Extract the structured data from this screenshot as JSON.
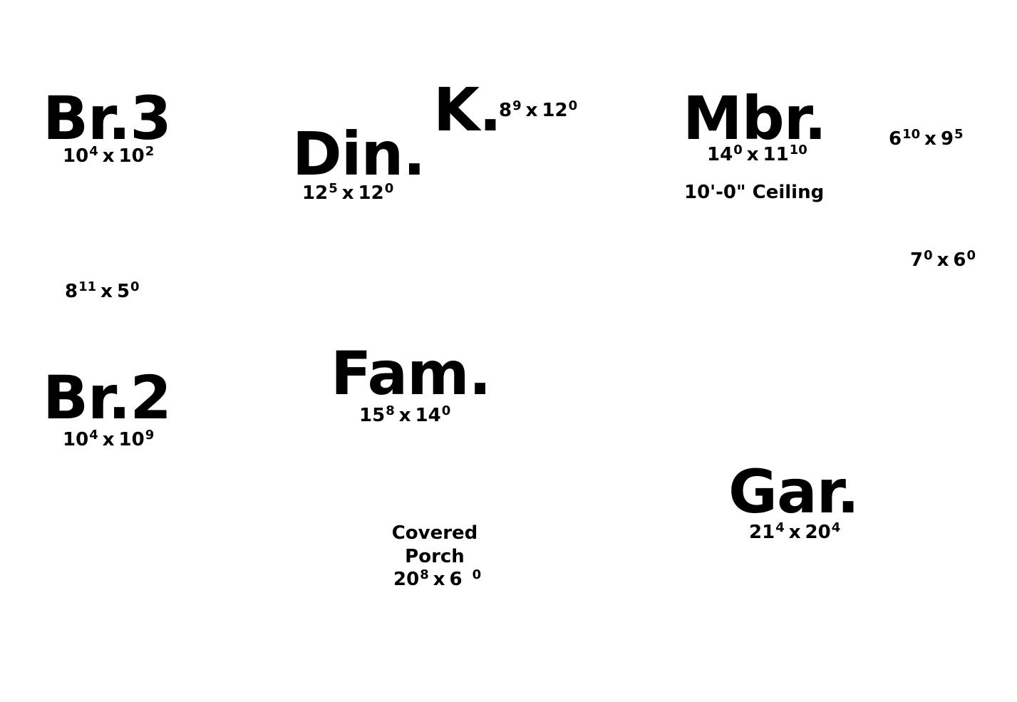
{
  "rooms": {
    "br3": {
      "name": "Br.3",
      "w_ft": "10",
      "w_in": "4",
      "x": "x",
      "l_ft": "10",
      "l_in": "2"
    },
    "din": {
      "name": "Din.",
      "w_ft": "12",
      "w_in": "5",
      "x": "x",
      "l_ft": "12",
      "l_in": "0"
    },
    "k": {
      "name": "K.",
      "w_ft": "8",
      "w_in": "9",
      "x": "x",
      "l_ft": "12",
      "l_in": "0"
    },
    "mbr": {
      "name": "Mbr.",
      "w_ft": "14",
      "w_in": "0",
      "x": "x",
      "l_ft": "11",
      "l_in": "10",
      "note": "10'-0\" Ceiling"
    },
    "bath": {
      "w_ft": "6",
      "w_in": "10",
      "x": "x",
      "l_ft": "9",
      "l_in": "5"
    },
    "closet": {
      "w_ft": "7",
      "w_in": "0",
      "x": "x",
      "l_ft": "6",
      "l_in": "0"
    },
    "hall": {
      "w_ft": "8",
      "w_in": "11",
      "x": "x",
      "l_ft": "5",
      "l_in": "0"
    },
    "br2": {
      "name": "Br.2",
      "w_ft": "10",
      "w_in": "4",
      "x": "x",
      "l_ft": "10",
      "l_in": "9"
    },
    "fam": {
      "name": "Fam.",
      "w_ft": "15",
      "w_in": "8",
      "x": "x",
      "l_ft": "14",
      "l_in": "0"
    },
    "porch": {
      "line1": "Covered",
      "line2": "Porch",
      "w_ft": "20",
      "w_in": "8",
      "x": "x",
      "l_ft": "6",
      "l_in": "0"
    },
    "gar": {
      "name": "Gar.",
      "w_ft": "21",
      "w_in": "4",
      "x": "x",
      "l_ft": "20",
      "l_in": "4"
    }
  }
}
